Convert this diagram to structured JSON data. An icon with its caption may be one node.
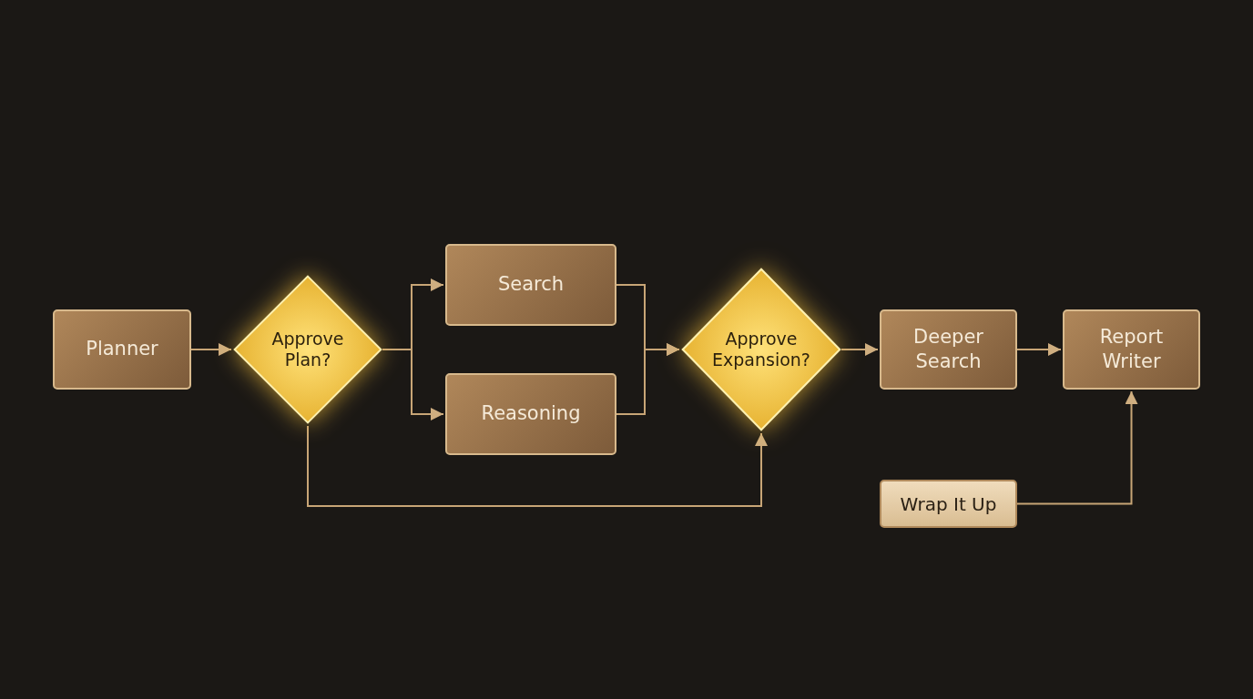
{
  "diagram": {
    "nodes": [
      {
        "text": [
          "Planner"
        ]
      },
      {
        "text": [
          "Approve Plan?"
        ]
      },
      {
        "text": [
          "Search"
        ]
      },
      {
        "text": [
          "Reasoning"
        ]
      },
      {
        "text": [
          "Approve Expansion?"
        ]
      },
      {
        "text": [
          "Deeper Search"
        ]
      },
      {
        "text": [
          "Report Writer"
        ]
      },
      {
        "text": [
          "Wrap It Up"
        ]
      }
    ],
    "edges": [
      {
        "from": 0,
        "to": 1,
        "arrow": "to"
      },
      {
        "from": 1,
        "to": 2,
        "arrow": "to"
      },
      {
        "from": 1,
        "to": 3,
        "arrow": "to"
      },
      {
        "from": 2,
        "to": 4,
        "arrow": "to"
      },
      {
        "from": 3,
        "to": 4,
        "arrow": "to"
      },
      {
        "from": 1,
        "to": 4,
        "arrow": "to"
      },
      {
        "from": 4,
        "to": 5,
        "arrow": "to"
      },
      {
        "from": 5,
        "to": 6,
        "arrow": "to"
      },
      {
        "from": 7,
        "to": 6,
        "arrow": "to"
      }
    ]
  }
}
